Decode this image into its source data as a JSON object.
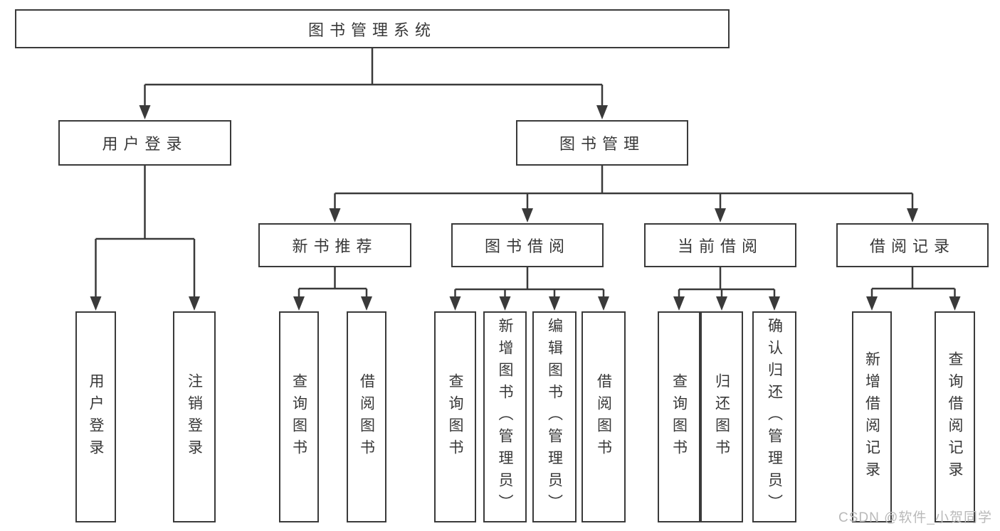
{
  "diagram": {
    "title": "图书管理系统",
    "nodes": {
      "sys": {
        "label": "图书管理系统"
      },
      "login": {
        "label": "用户登录"
      },
      "mgmt": {
        "label": "图书管理"
      },
      "newbook": {
        "label": "新书推荐"
      },
      "borrow": {
        "label": "图书借阅"
      },
      "current": {
        "label": "当前借阅"
      },
      "records": {
        "label": "借阅记录"
      },
      "a1": {
        "label": "用户登录"
      },
      "a2": {
        "label": "注销登录"
      },
      "b1": {
        "label": "查询图书"
      },
      "b2": {
        "label": "借阅图书"
      },
      "c1": {
        "label": "查询图书"
      },
      "c2": {
        "label": "新增图书（管理员）"
      },
      "c3": {
        "label": "编辑图书（管理员）"
      },
      "c4": {
        "label": "借阅图书"
      },
      "d1": {
        "label": "查询图书"
      },
      "d2": {
        "label": "归还图书"
      },
      "d3": {
        "label": "确认归还（管理员）"
      },
      "e1": {
        "label": "新增借阅记录"
      },
      "e2": {
        "label": "查询借阅记录"
      }
    },
    "tree": [
      {
        "from": "sys",
        "to": [
          "login",
          "mgmt"
        ]
      },
      {
        "from": "login",
        "to": [
          "a1",
          "a2"
        ]
      },
      {
        "from": "mgmt",
        "to": [
          "newbook",
          "borrow",
          "current",
          "records"
        ]
      },
      {
        "from": "newbook",
        "to": [
          "b1",
          "b2"
        ]
      },
      {
        "from": "borrow",
        "to": [
          "c1",
          "c2",
          "c3",
          "c4"
        ]
      },
      {
        "from": "current",
        "to": [
          "d1",
          "d2",
          "d3"
        ]
      },
      {
        "from": "records",
        "to": [
          "e1",
          "e2"
        ]
      }
    ]
  },
  "watermark": {
    "text": "CSDN @软件_小贺同学"
  },
  "colors": {
    "line": "#3a3a3a",
    "box_border": "#3a3a3a",
    "box_fill": "#ffffff",
    "text": "#383838",
    "watermark": "#b9b9b9",
    "background": "#ffffff"
  }
}
